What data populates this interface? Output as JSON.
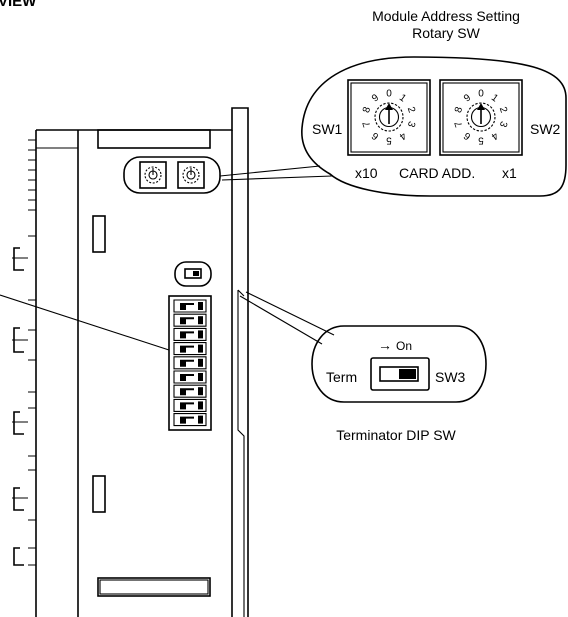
{
  "header": {
    "title": "VIEW"
  },
  "rotary_callout": {
    "title_line1": "Module Address Setting",
    "title_line2": "Rotary SW",
    "sw1_label": "SW1",
    "sw2_label": "SW2",
    "x10_label": "x10",
    "card_addr_label": "CARD ADD.",
    "x1_label": "x1",
    "dial_digits": [
      "0",
      "1",
      "2",
      "3",
      "4",
      "5",
      "6",
      "7",
      "8",
      "9"
    ]
  },
  "dip_callout": {
    "on_label": "On",
    "arrow_glyph": "→",
    "term_label": "Term",
    "sw3_label": "SW3",
    "caption": "Terminator DIP SW"
  }
}
